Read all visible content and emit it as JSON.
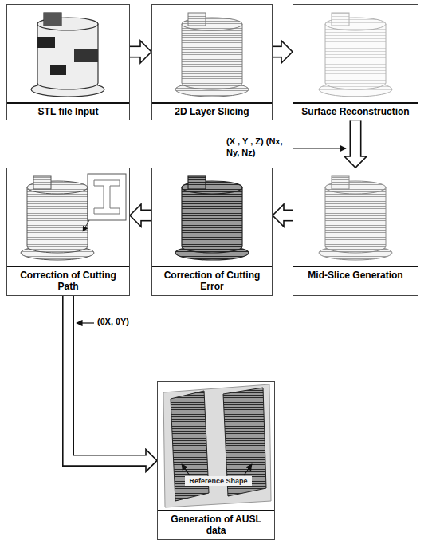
{
  "diagram": {
    "nodes": [
      {
        "text": [
          "STL file Input"
        ]
      },
      {
        "text": [
          "2D Layer Slicing"
        ]
      },
      {
        "text": [
          "Surface Reconstruction"
        ]
      },
      {
        "text": [
          "Mid-Slice Generation"
        ]
      },
      {
        "text": [
          "Correction of Cutting Error"
        ]
      },
      {
        "text": [
          "Correction of Cutting Path"
        ]
      },
      {
        "text": [
          "Generation of AUSL data"
        ]
      }
    ],
    "edges": [
      {
        "from": 0,
        "to": 1,
        "arrow": "to"
      },
      {
        "from": 1,
        "to": 2,
        "arrow": "to"
      },
      {
        "from": 2,
        "to": 3,
        "label": "(X , Y , Z) (Nx, Ny, Nz)",
        "arrow": "to"
      },
      {
        "from": 3,
        "to": 4,
        "arrow": "to"
      },
      {
        "from": 4,
        "to": 5,
        "arrow": "to"
      },
      {
        "from": 5,
        "to": 6,
        "label": "(θX, θY)",
        "arrow": "to"
      }
    ],
    "labels": [
      "Reference Shape"
    ]
  }
}
